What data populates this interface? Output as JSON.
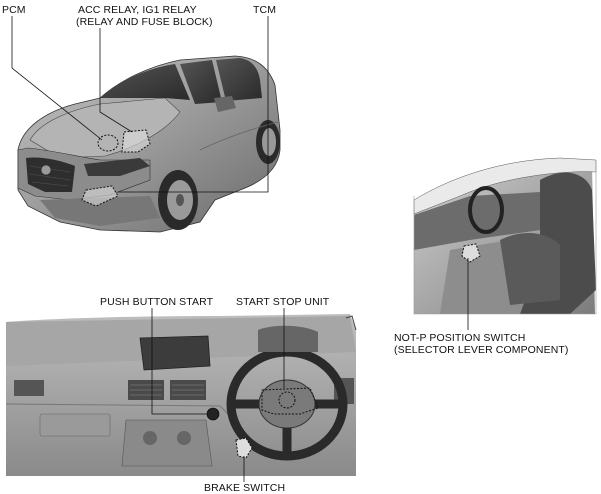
{
  "labels": {
    "pcm": "PCM",
    "acc_relay_line1": "ACC RELAY, IG1 RELAY",
    "acc_relay_line2": "(RELAY AND FUSE BLOCK)",
    "tcm": "TCM",
    "push_button_start": "PUSH BUTTON START",
    "start_stop_unit": "START STOP UNIT",
    "not_p_line1": "NOT-P POSITION SWITCH",
    "not_p_line2": "(SELECTOR LEVER COMPONENT)",
    "brake_switch": "BRAKE SWITCH"
  }
}
